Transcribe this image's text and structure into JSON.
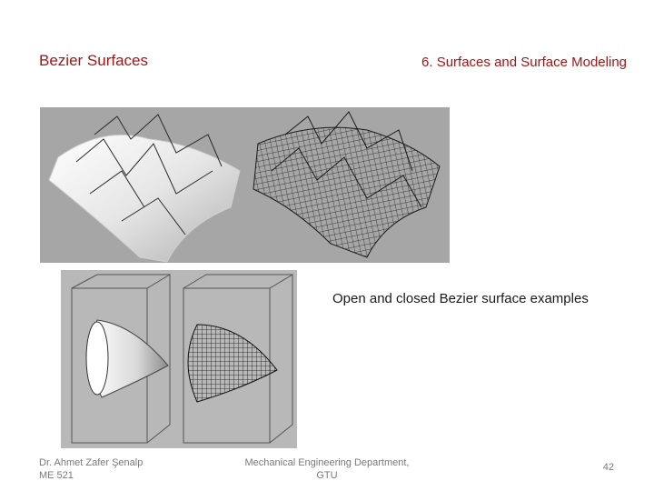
{
  "header": {
    "title": "Bezier Surfaces",
    "chapter": "6. Surfaces and Surface Modeling"
  },
  "figures": {
    "top": "open-bezier-surfaces",
    "bottom": "closed-bezier-surfaces"
  },
  "caption": "Open and closed Bezier surface examples",
  "footer": {
    "author": "Dr. Ahmet Zafer Şenalp",
    "course": "ME 521",
    "department": "Mechanical Engineering Department,",
    "university": "GTU",
    "page_number": "42"
  },
  "colors": {
    "title": "#a31515",
    "footer": "#7a7a7a",
    "figure_background": "#a6a6a6"
  }
}
